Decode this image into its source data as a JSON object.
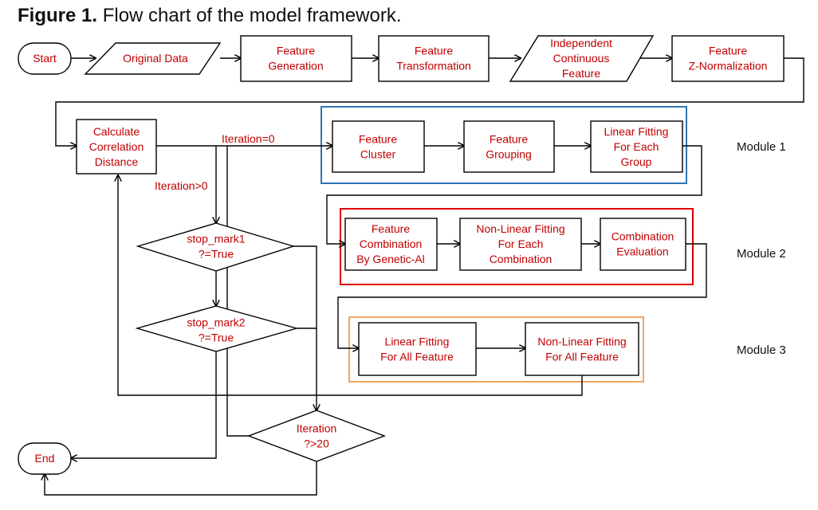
{
  "figure": {
    "label": "Figure 1.",
    "caption": "Flow chart of the model framework."
  },
  "nodes": {
    "start": [
      "Start"
    ],
    "original_data": [
      "Original Data"
    ],
    "feature_generation": [
      "Feature",
      "Generation"
    ],
    "feature_transformation": [
      "Feature",
      "Transformation"
    ],
    "independent_continuous_feature": [
      "Independent",
      "Continuous",
      "Feature"
    ],
    "feature_z_normalization": [
      "Feature",
      "Z-Normalization"
    ],
    "calculate_correlation_distance": [
      "Calculate",
      "Correlation",
      "Distance"
    ],
    "feature_cluster": [
      "Feature",
      "Cluster"
    ],
    "feature_grouping": [
      "Feature",
      "Grouping"
    ],
    "linear_fitting_each_group": [
      "Linear Fitting",
      "For Each",
      "Group"
    ],
    "feature_combination": [
      "Feature",
      "Combination",
      "By Genetic-Al"
    ],
    "nonlinear_fitting_each_combination": [
      "Non-Linear Fitting",
      "For Each",
      "Combination"
    ],
    "combination_evaluation": [
      "Combination",
      "Evaluation"
    ],
    "linear_fitting_all": [
      "Linear Fitting",
      "For All Feature"
    ],
    "nonlinear_fitting_all": [
      "Non-Linear Fitting",
      "For All Feature"
    ],
    "stop_mark1": [
      "stop_mark1",
      "?=True"
    ],
    "stop_mark2": [
      "stop_mark2",
      "?=True"
    ],
    "iteration_check": [
      "Iteration",
      "?>20"
    ],
    "end": [
      "End"
    ]
  },
  "edge_labels": {
    "iteration_zero": "Iteration=0",
    "iteration_gt_zero": "Iteration>0"
  },
  "modules": {
    "module1": {
      "label": "Module 1",
      "color": "#2e75b6"
    },
    "module2": {
      "label": "Module 2",
      "color": "#e00000"
    },
    "module3": {
      "label": "Module 3",
      "color": "#f4a460"
    }
  },
  "colors": {
    "node_text": "#c00000",
    "stroke": "#000000"
  }
}
